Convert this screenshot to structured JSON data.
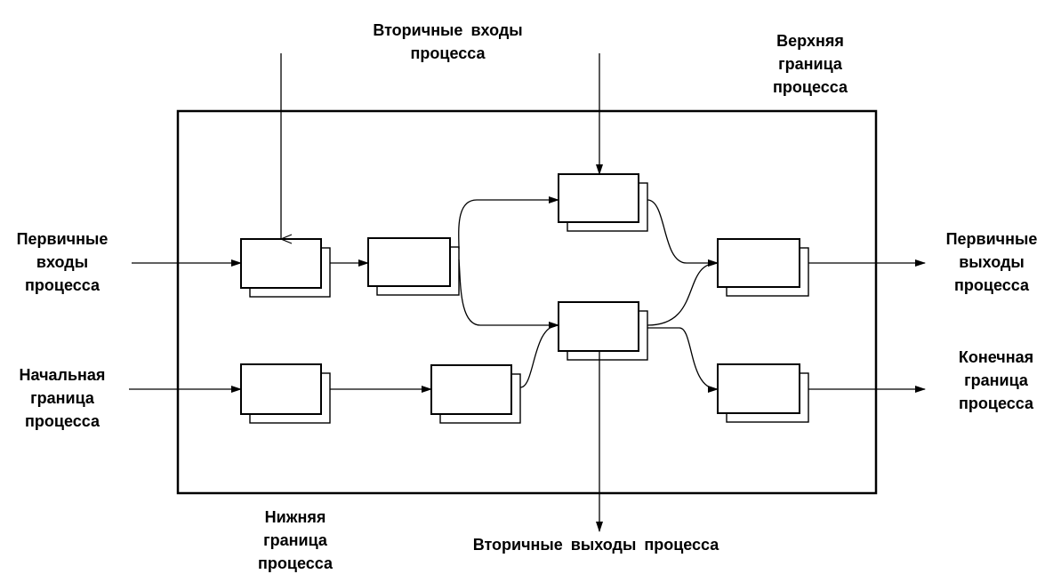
{
  "labels": {
    "secondary_inputs": [
      "Вторичные входы",
      "процесса"
    ],
    "upper_boundary": [
      "Верхняя",
      "граница",
      "процесса"
    ],
    "primary_inputs": [
      "Первичные",
      "входы",
      "процесса"
    ],
    "initial_boundary": [
      "Начальная",
      "граница",
      "процесса"
    ],
    "primary_outputs": [
      "Первичные",
      "выходы",
      "процесса"
    ],
    "final_boundary": [
      "Конечная",
      "граница",
      "процесса"
    ],
    "lower_boundary": [
      "Нижняя",
      "граница",
      "процесса"
    ],
    "secondary_outputs": [
      "Вторичные выходы процесса"
    ]
  },
  "colors": {
    "stroke": "#000000",
    "background": "#ffffff"
  }
}
